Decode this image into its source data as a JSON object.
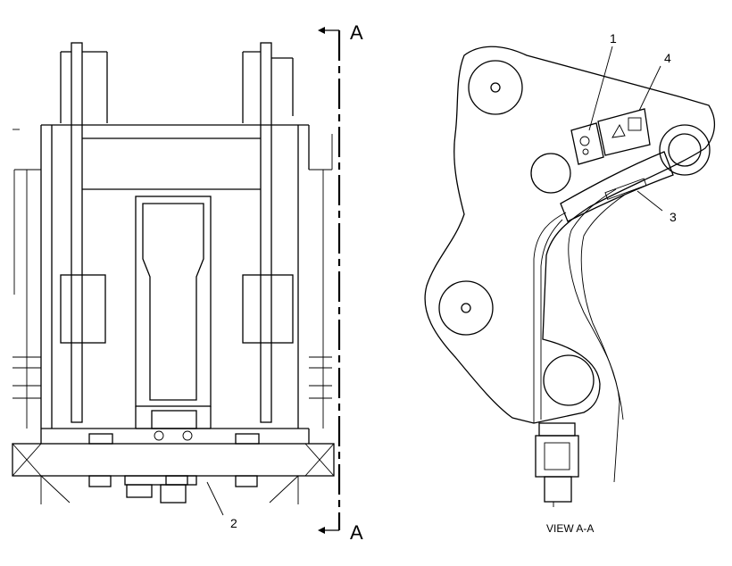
{
  "section_markers": {
    "top": "A",
    "bottom": "A"
  },
  "callouts": {
    "c1": "1",
    "c2": "2",
    "c3": "3",
    "c4": "4"
  },
  "view_label": "VIEW A-A"
}
